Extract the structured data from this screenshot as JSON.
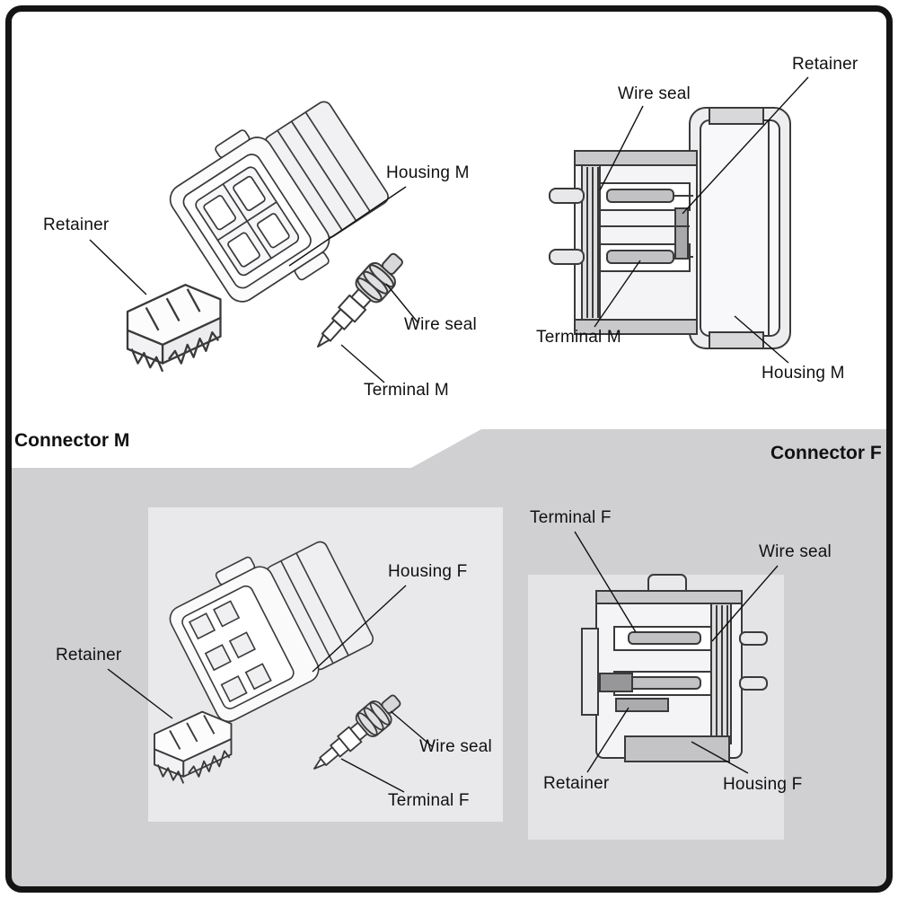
{
  "colors": {
    "line": "#3a3a3a",
    "leader": "#111111",
    "panel_gray": "#d0d0d3",
    "light_panel": "#e9e9eb",
    "section_fill": "#c9c9cc"
  },
  "sections": {
    "connector_m": {
      "title": "Connector M",
      "exploded_labels": {
        "retainer": "Retainer",
        "housing": "Housing M",
        "wire_seal": "Wire seal",
        "terminal": "Terminal M"
      },
      "cross_section_labels": {
        "wire_seal": "Wire seal",
        "retainer": "Retainer",
        "terminal": "Terminal M",
        "housing": "Housing M"
      }
    },
    "connector_f": {
      "title": "Connector F",
      "exploded_labels": {
        "housing": "Housing F",
        "retainer": "Retainer",
        "wire_seal": "Wire seal",
        "terminal": "Terminal F"
      },
      "cross_section_labels": {
        "terminal": "Terminal F",
        "wire_seal": "Wire seal",
        "retainer": "Retainer",
        "housing": "Housing F"
      }
    }
  }
}
